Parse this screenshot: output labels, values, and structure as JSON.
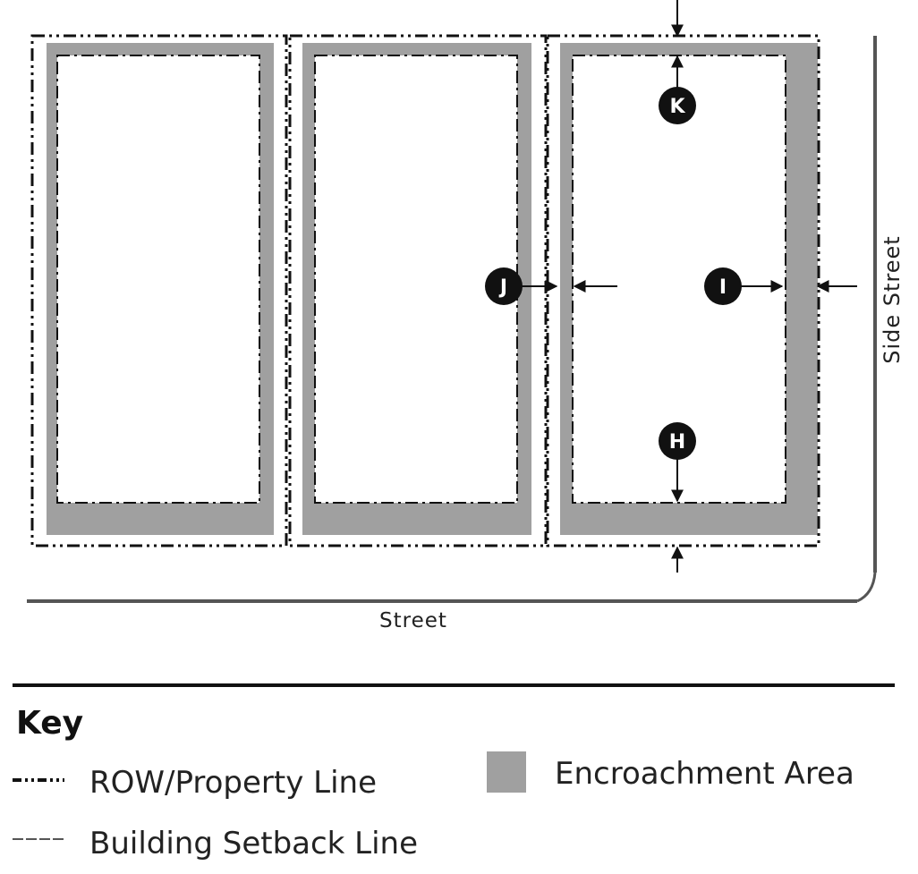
{
  "diagram": {
    "labels": {
      "street": "Street",
      "side_street": "Side Street"
    },
    "markers": {
      "H": "H",
      "I": "I",
      "J": "J",
      "K": "K"
    }
  },
  "key": {
    "title": "Key",
    "items": [
      {
        "label": "ROW/Property Line",
        "symbol": "dash-dot-line"
      },
      {
        "label": "Building Setback Line",
        "symbol": "dashed-line"
      },
      {
        "label": "Encroachment Area",
        "symbol": "gray-square"
      }
    ]
  },
  "colors": {
    "encroachment": "#a0a0a0",
    "line": "#111111",
    "marker": "#111111"
  }
}
